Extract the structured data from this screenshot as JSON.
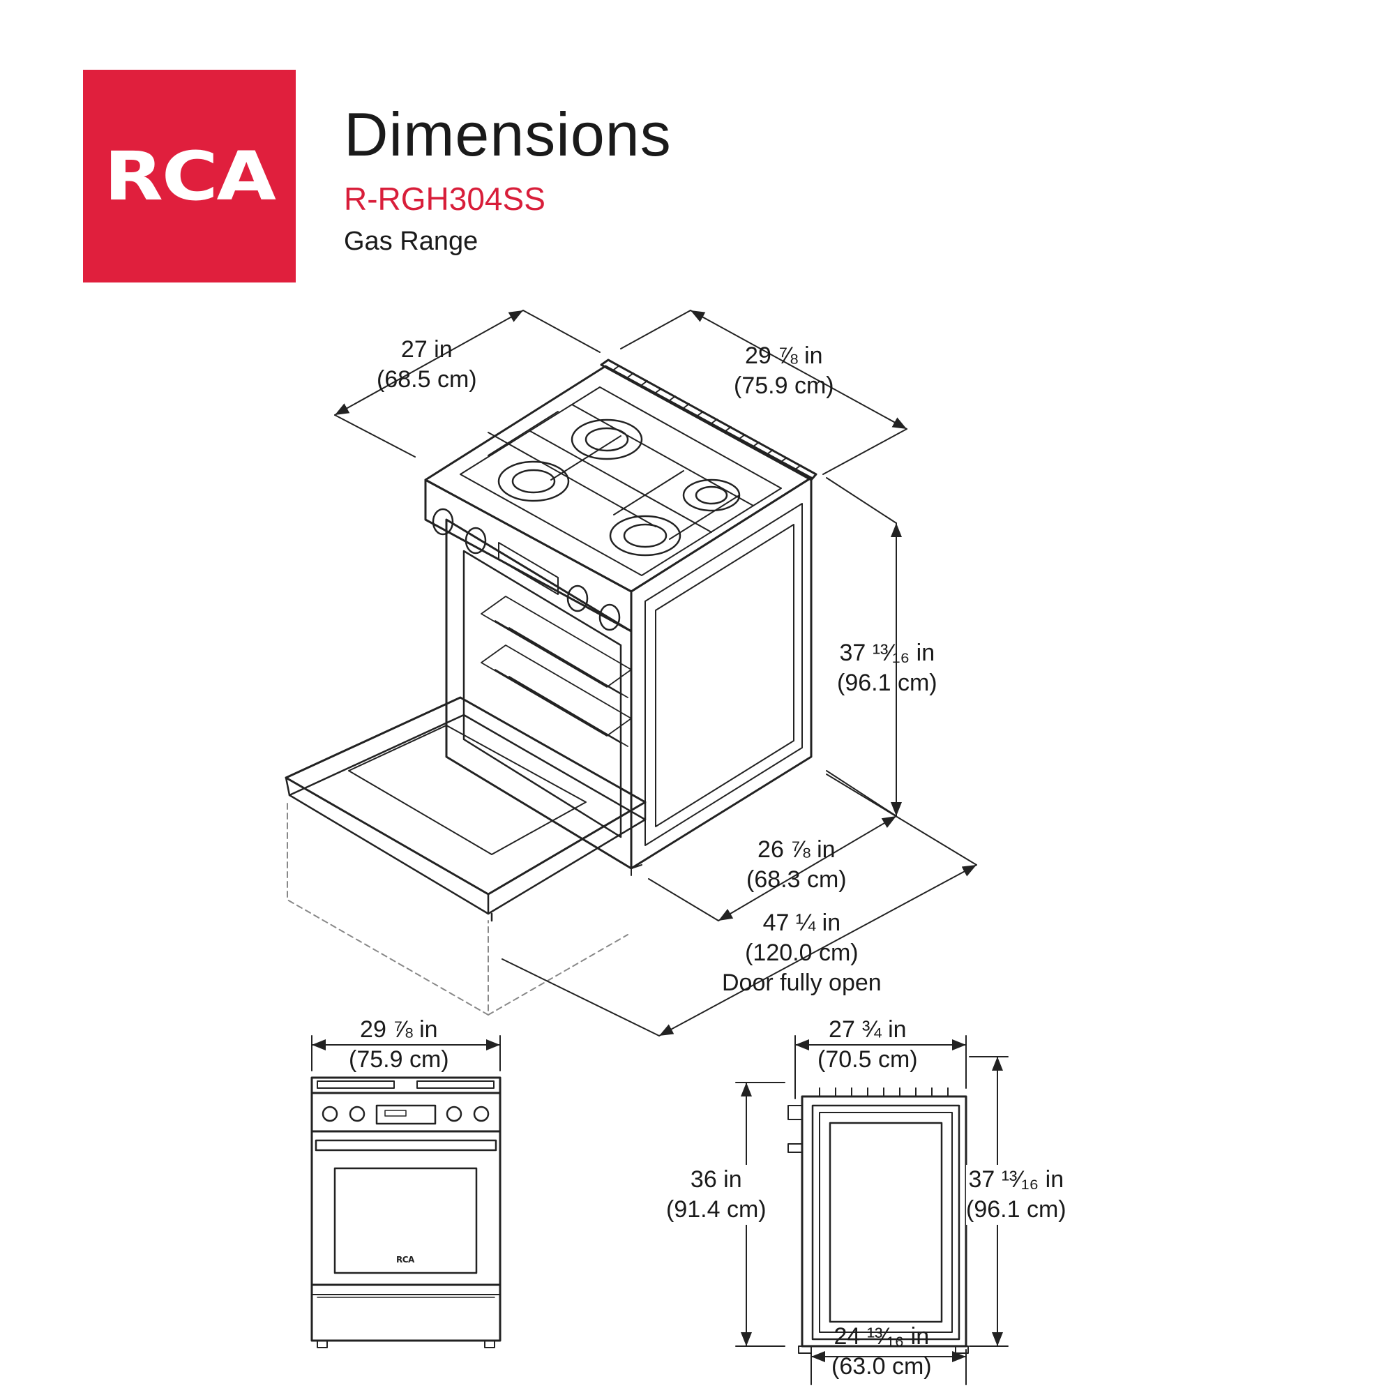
{
  "brand": {
    "logo_text": "RCA",
    "color": "#e01f3d"
  },
  "header": {
    "title": "Dimensions",
    "model": "R-RGH304SS",
    "product": "Gas Range"
  },
  "iso": {
    "depth": {
      "imperial": "27 in",
      "metric": "(68.5 cm)"
    },
    "width": {
      "imperial": "29 ⅞ in",
      "metric": "(75.9 cm)"
    },
    "height": {
      "imperial": "37 ¹³⁄₁₆ in",
      "metric": "(96.1 cm)"
    },
    "body_depth": {
      "imperial": "26 ⅞ in",
      "metric": "(68.3 cm)"
    },
    "door_open": {
      "imperial": "47 ¼ in",
      "metric": "(120.0 cm)",
      "note": "Door fully open"
    }
  },
  "front": {
    "width": {
      "imperial": "29 ⅞ in",
      "metric": "(75.9 cm)"
    },
    "badge": "RCA"
  },
  "side": {
    "top_depth": {
      "imperial": "27 ¾ in",
      "metric": "(70.5 cm)"
    },
    "cooktop_height": {
      "imperial": "36 in",
      "metric": "(91.4 cm)"
    },
    "overall_height": {
      "imperial": "37 ¹³⁄₁₆ in",
      "metric": "(96.1 cm)"
    },
    "base_depth": {
      "imperial": "24 ¹³⁄₁₆ in",
      "metric": "(63.0 cm)"
    }
  }
}
